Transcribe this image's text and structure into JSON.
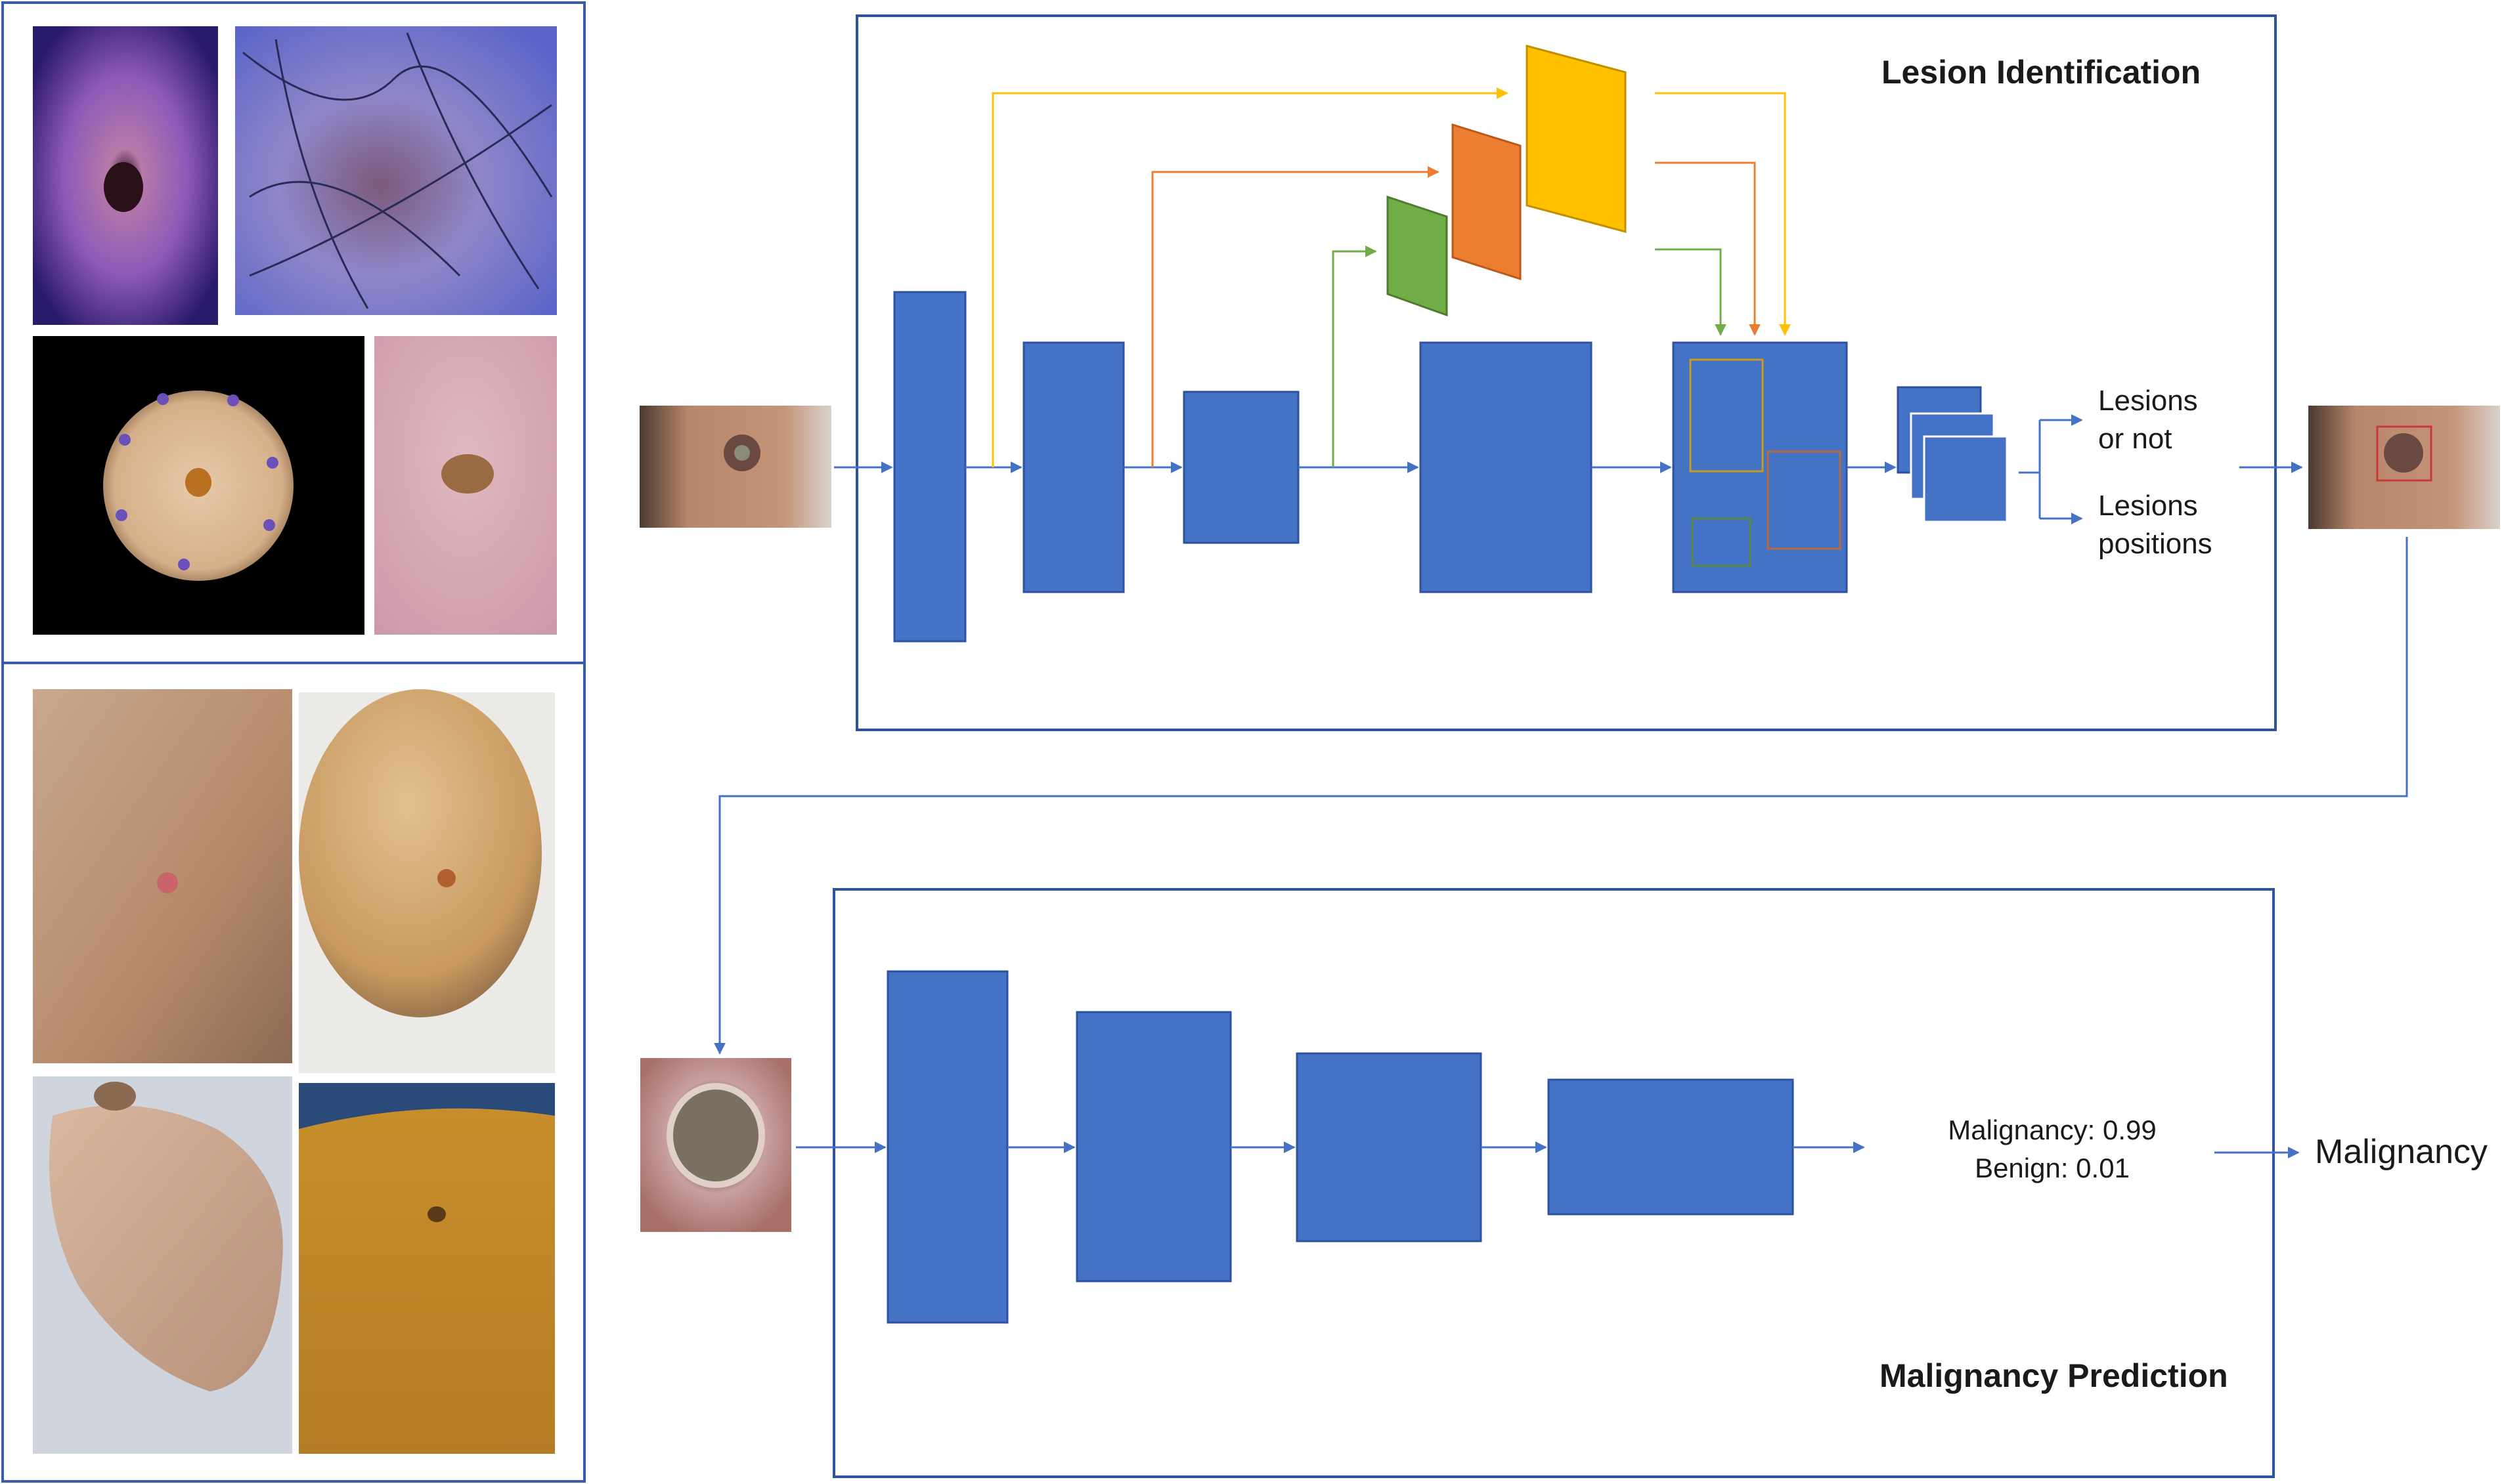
{
  "lesion_panel": {
    "title": "Lesion Identification",
    "output_lesions_or_not": [
      "Lesions",
      "or not"
    ],
    "output_lesion_positions": [
      "Lesions",
      "positions"
    ]
  },
  "malignancy_panel": {
    "title": "Malignancy Prediction",
    "scores": {
      "malignancy": "Malignancy:  0.99",
      "benign": "Benign:  0.01"
    },
    "final_label": "Malignancy"
  },
  "colors": {
    "block_blue": "#4472c4",
    "arrow_blue": "#4472c4",
    "feature_green": "#70ad47",
    "feature_orange": "#ed7d31",
    "feature_yellow": "#ffc000",
    "panel_border": "#2f52a0",
    "thumbnail_border": "#3a5ca8"
  }
}
